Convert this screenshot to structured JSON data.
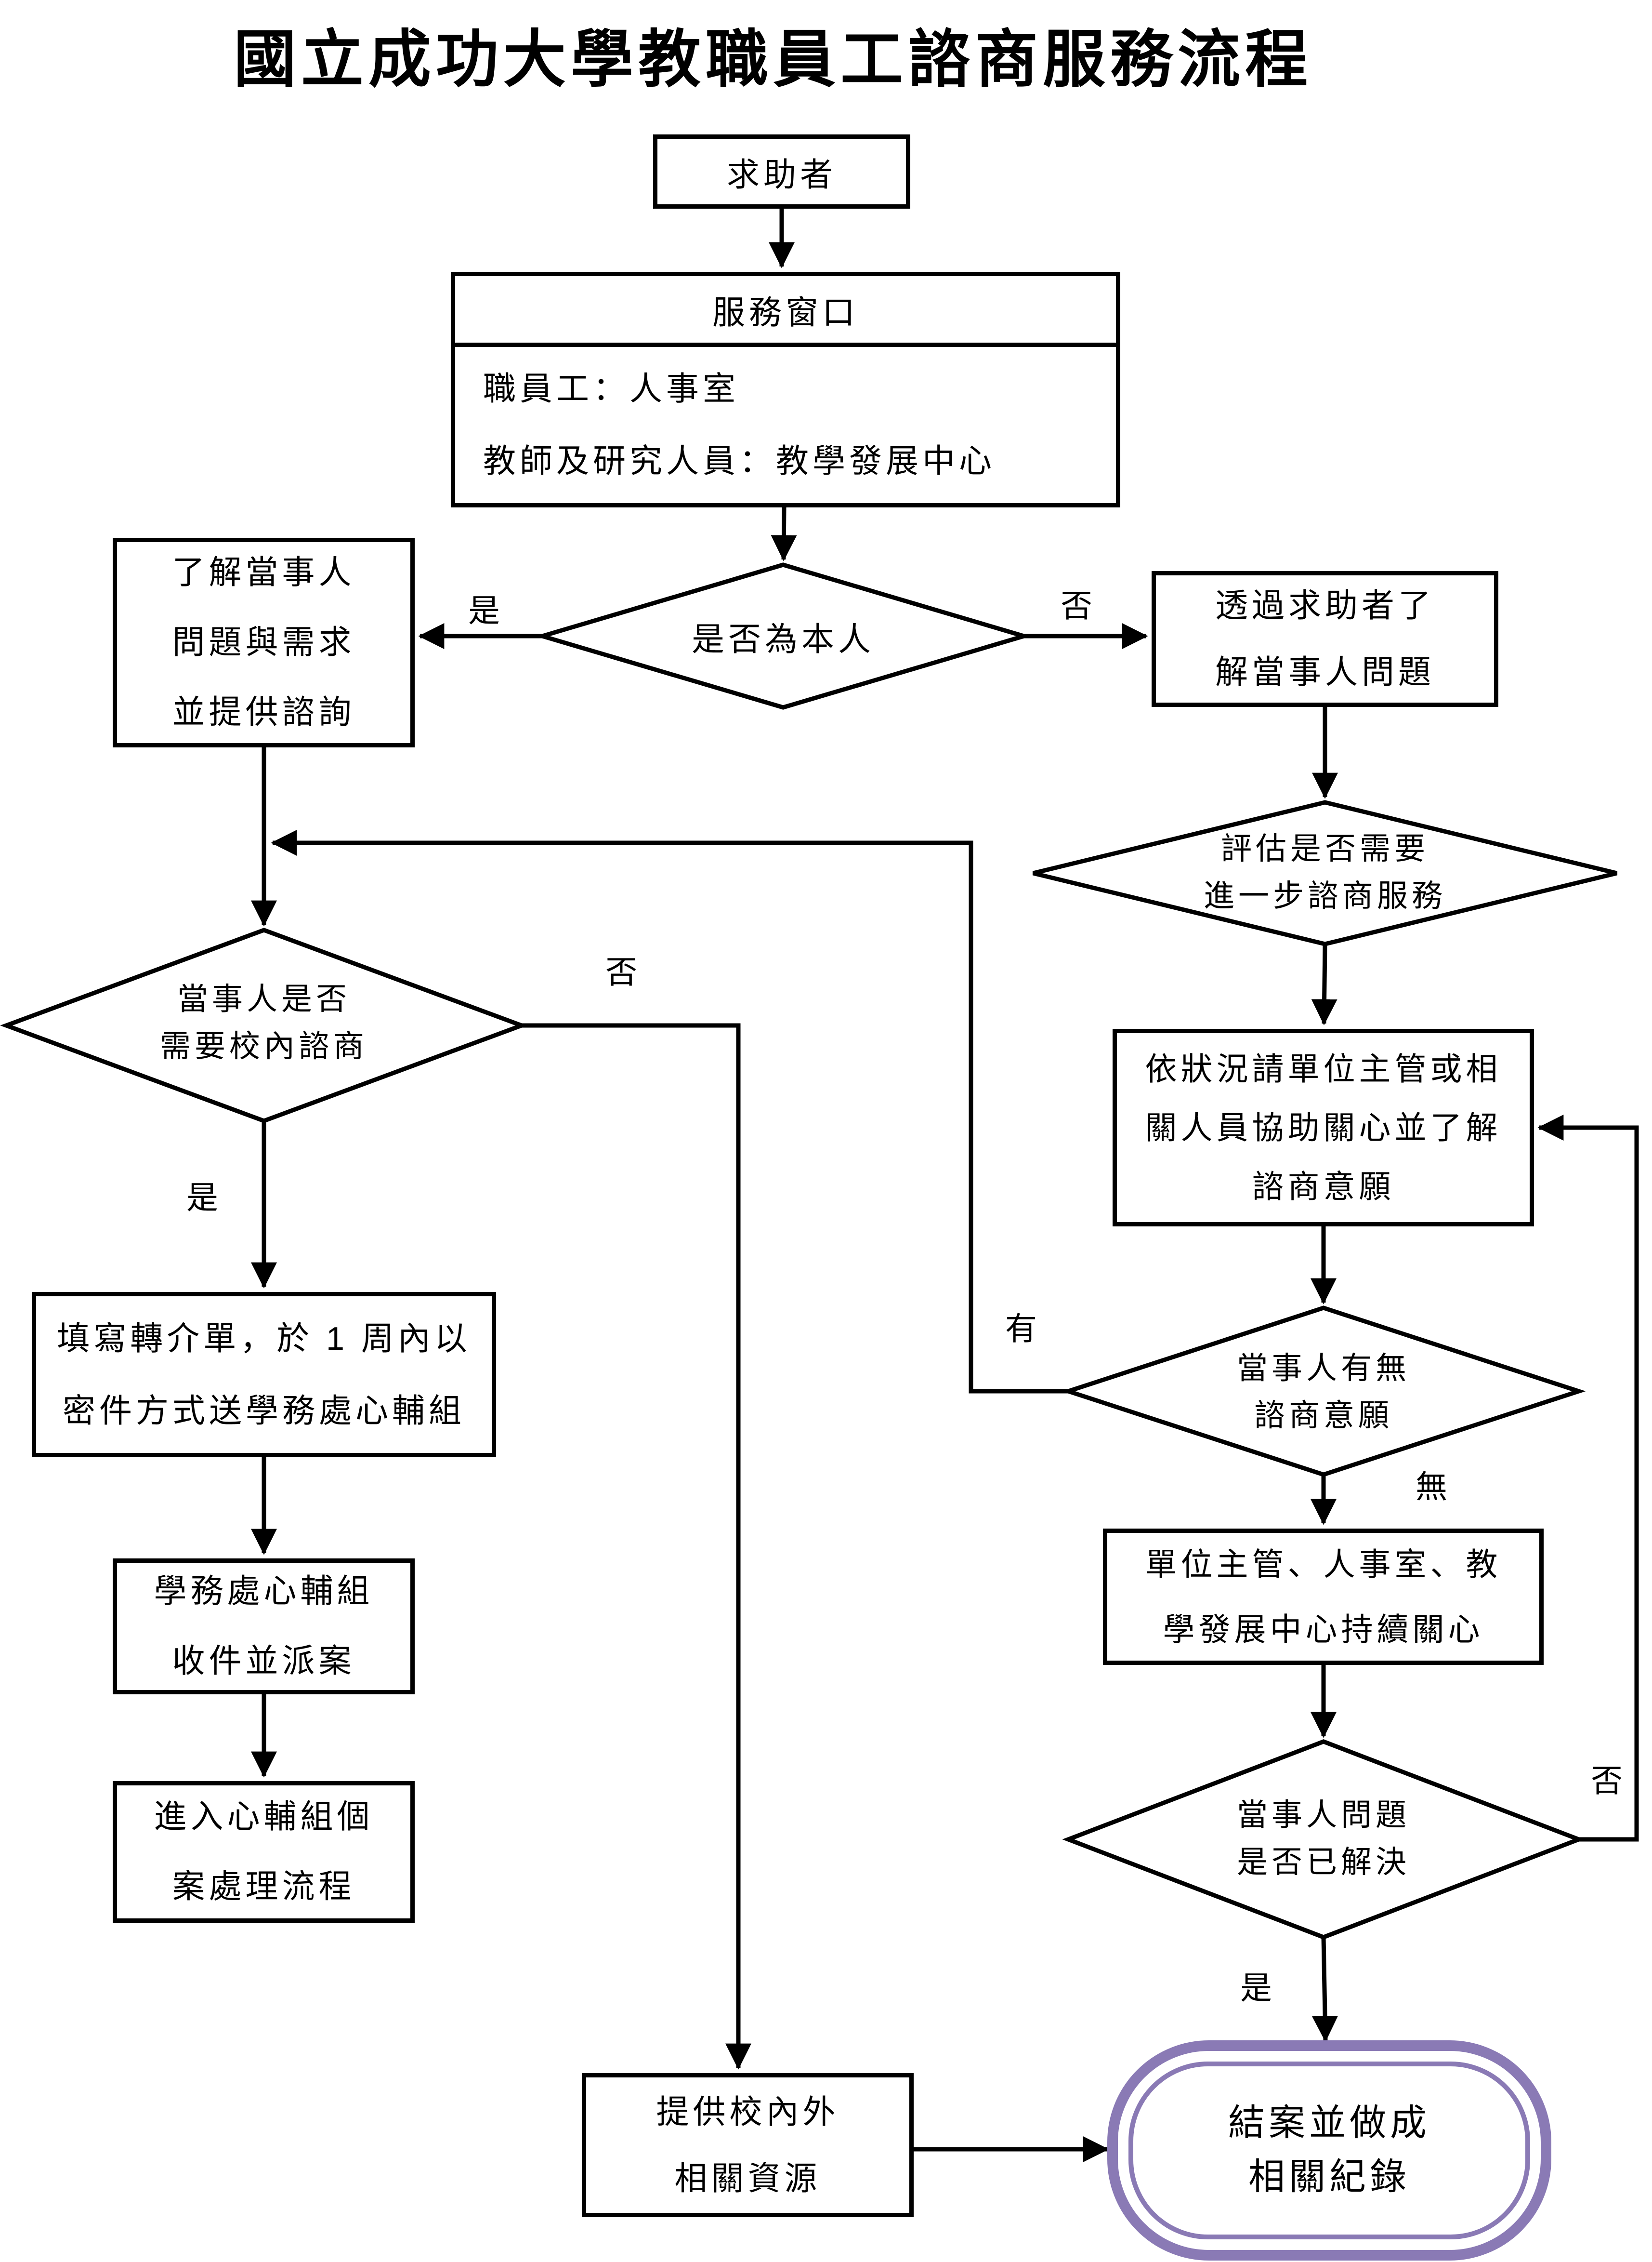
{
  "title": "國立成功大學教職員工諮商服務流程",
  "colors": {
    "line": "#000000",
    "text": "#000000",
    "background": "#ffffff",
    "terminal_border": "#8a7ab5"
  },
  "nodes": {
    "seeker": {
      "label": "求助者"
    },
    "service_window": {
      "header": "服務窗口",
      "line1": "職員工：人事室",
      "line2": "教師及研究人員：教學發展中心"
    },
    "is_self": {
      "label": "是否為本人"
    },
    "understand": {
      "line1": "了解當事人",
      "line2": "問題與需求",
      "line3": "並提供諮詢"
    },
    "via_seeker": {
      "line1": "透過求助者了",
      "line2": "解當事人問題"
    },
    "evaluate": {
      "line1": "評估是否需要",
      "line2": "進一步諮商服務"
    },
    "need_campus": {
      "line1": "當事人是否",
      "line2": "需要校內諮商"
    },
    "referral": {
      "line1": "填寫轉介單，於 1 周內以",
      "line2": "密件方式送學務處心輔組"
    },
    "intake": {
      "line1": "學務處心輔組",
      "line2": "收件並派案"
    },
    "case_flow": {
      "line1": "進入心輔組個",
      "line2": "案處理流程"
    },
    "by_status": {
      "line1": "依狀況請單位主管或相",
      "line2": "關人員協助關心並了解",
      "line3": "諮商意願"
    },
    "willingness": {
      "line1": "當事人有無",
      "line2": "諮商意願"
    },
    "keep_care": {
      "line1": "單位主管、人事室、教",
      "line2": "學發展中心持續關心"
    },
    "solved": {
      "line1": "當事人問題",
      "line2": "是否已解決"
    },
    "resources": {
      "line1": "提供校內外",
      "line2": "相關資源"
    },
    "close_case": {
      "line1": "結案並做成",
      "line2": "相關紀錄"
    }
  },
  "edge_labels": {
    "is_self_yes": "是",
    "is_self_no": "否",
    "need_campus_no": "否",
    "need_campus_yes": "是",
    "willingness_has": "有",
    "willingness_none": "無",
    "solved_no": "否",
    "solved_yes": "是"
  }
}
